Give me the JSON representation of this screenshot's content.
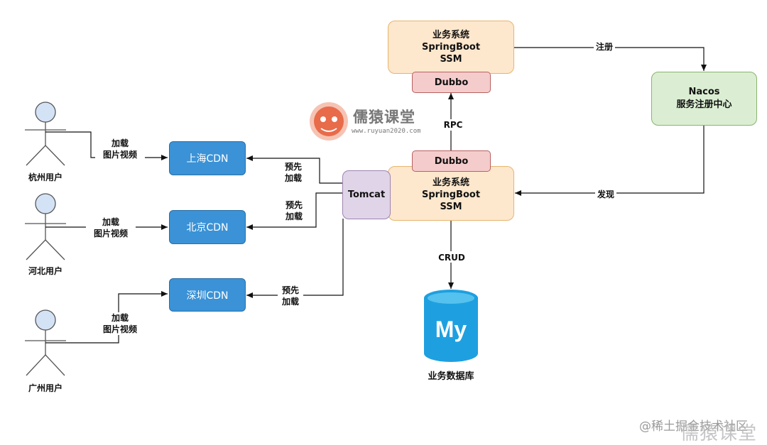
{
  "users": [
    {
      "name": "杭州用户"
    },
    {
      "name": "河北用户"
    },
    {
      "name": "广州用户"
    }
  ],
  "cdn": [
    {
      "label": "上海CDN"
    },
    {
      "label": "北京CDN"
    },
    {
      "label": "深圳CDN"
    }
  ],
  "user_edges": [
    {
      "line1": "加载",
      "line2": "图片视频"
    },
    {
      "line1": "加载",
      "line2": "图片视频"
    },
    {
      "line1": "加载",
      "line2": "图片视频"
    }
  ],
  "preload_edges": [
    {
      "line1": "预先",
      "line2": "加载"
    },
    {
      "line1": "预先",
      "line2": "加载"
    },
    {
      "line1": "预先",
      "line2": "加载"
    }
  ],
  "tomcat": {
    "label": "Tomcat"
  },
  "service_top": {
    "line1": "业务系统",
    "line2": "SpringBoot",
    "line3": "SSM",
    "dubbo": "Dubbo"
  },
  "service_bottom": {
    "line1": "业务系统",
    "line2": "SpringBoot",
    "line3": "SSM",
    "dubbo": "Dubbo"
  },
  "nacos": {
    "line1": "Nacos",
    "line2": "服务注册中心"
  },
  "edges": {
    "register": "注册",
    "discover": "发现",
    "rpc": "RPC",
    "crud": "CRUD"
  },
  "database": {
    "label": "业务数据库",
    "logo_text": "My"
  },
  "logo": {
    "title": "儒猿课堂",
    "url": "www.ruyuan2020.com"
  },
  "watermark": {
    "community": "@稀土掘金技术社区",
    "brand": "儒猿课堂"
  },
  "colors": {
    "cdn": "#3b92d6",
    "database": "#1ea0e0",
    "business": "#fde7cd",
    "dubbo": "#f5cccc",
    "nacos": "#dbeed3",
    "tomcat": "#e0d5e8",
    "logo": "#e86b4a"
  }
}
